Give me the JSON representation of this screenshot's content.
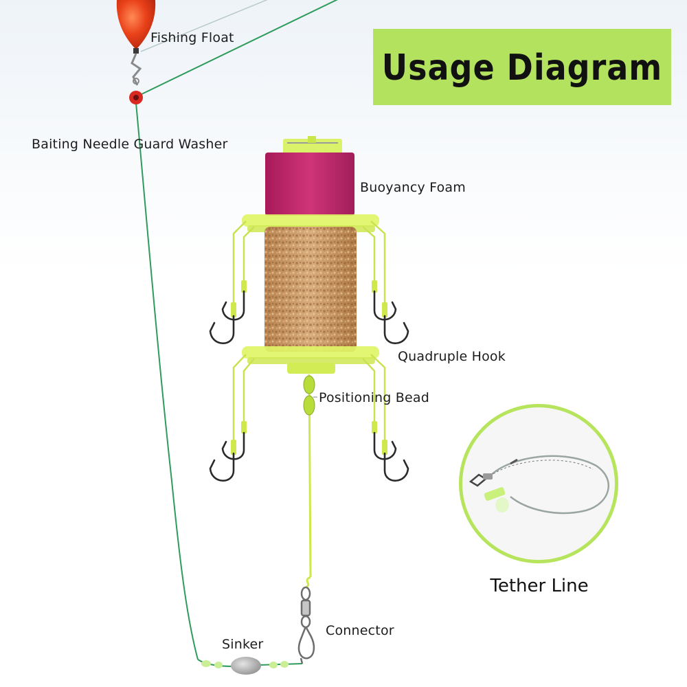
{
  "title": "Usage Diagram",
  "labels": {
    "fishing_float": "Fishing Float",
    "guard_washer": "Baiting Needle Guard Washer",
    "buoyancy_foam": "Buoyancy Foam",
    "quadruple_hook": "Quadruple Hook",
    "positioning_bead": "Positioning Bead",
    "connector": "Connector",
    "sinker": "Sinker",
    "tether_line": "Tether Line"
  },
  "colors": {
    "banner": "#b2e25e",
    "fishing_line": "#2e9a5c",
    "float": "#e8401c",
    "foam": "#c2286e",
    "frame": "#d9f25a",
    "bait": "#c99a6b",
    "hook": "#2a2a2a"
  }
}
